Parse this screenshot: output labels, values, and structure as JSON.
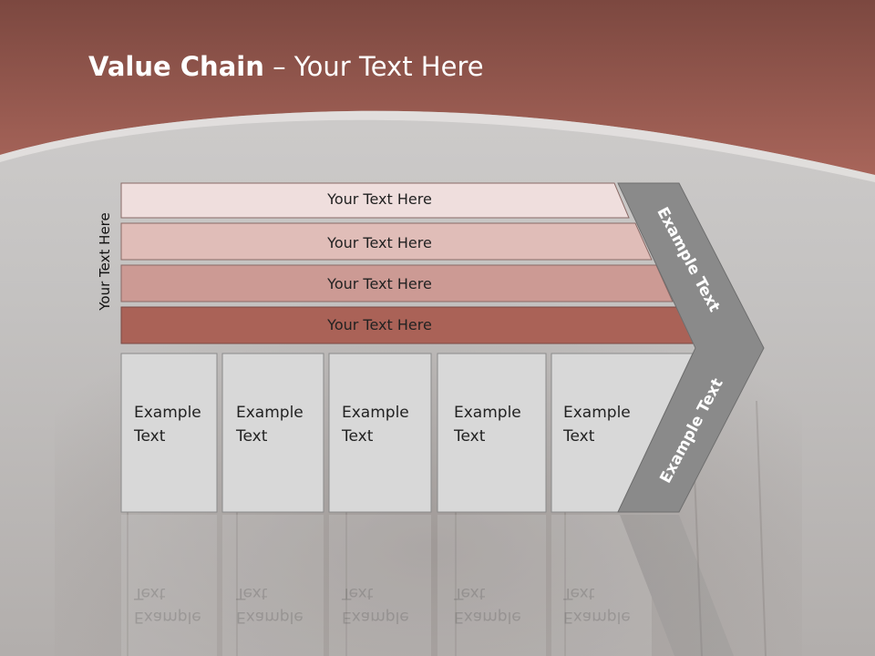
{
  "slide": {
    "title_bold": "Value Chain",
    "title_rest": " – Your Text Here",
    "vertical_label": "Your Text Here",
    "bars": [
      {
        "label": "Your Text Here",
        "color": "#efdedd"
      },
      {
        "label": "Your Text Here",
        "color": "#e0bdb8"
      },
      {
        "label": "Your Text Here",
        "color": "#cc9a94"
      },
      {
        "label": "Your Text Here",
        "color": "#aa6257"
      }
    ],
    "boxes": [
      {
        "line1": "Example",
        "line2": "Text"
      },
      {
        "line1": "Example",
        "line2": "Text"
      },
      {
        "line1": "Example",
        "line2": "Text"
      },
      {
        "line1": "Example",
        "line2": "Text"
      },
      {
        "line1": "Example",
        "line2": "Text"
      }
    ],
    "chevron_upper": "Example Text",
    "chevron_lower": "Example Text",
    "colors": {
      "header": "#9e5a50",
      "chevron": "#8a8a8a",
      "box": "#d8d8d8"
    }
  }
}
